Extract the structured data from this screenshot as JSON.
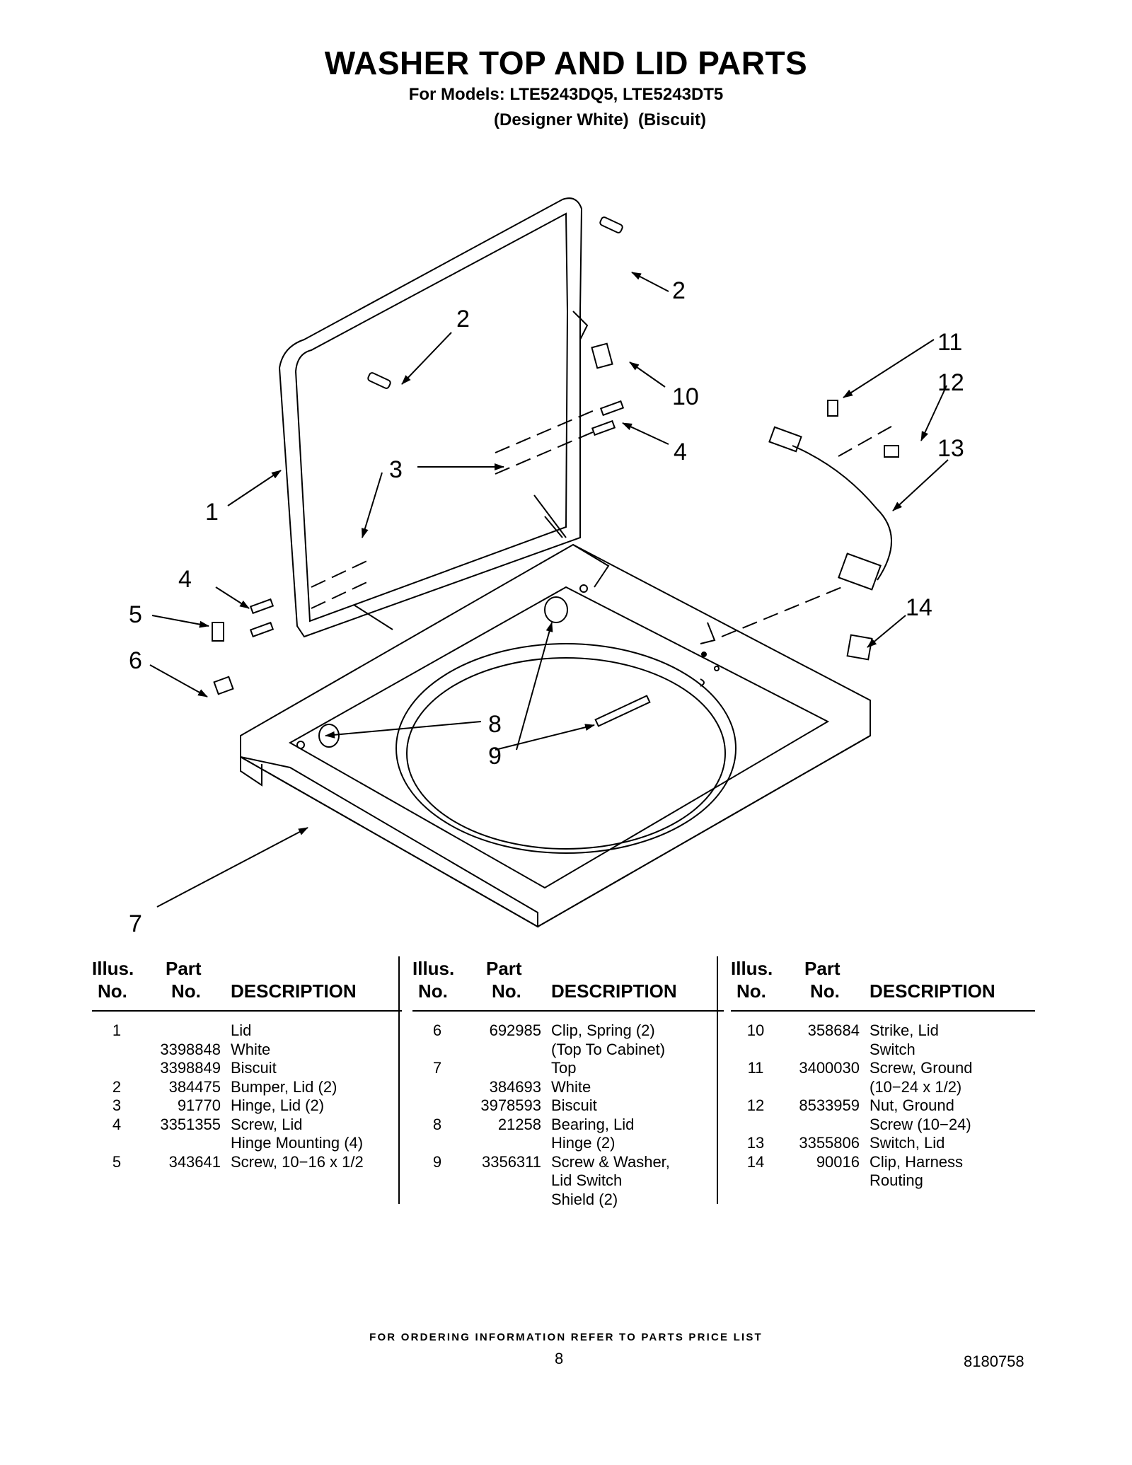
{
  "header": {
    "title": "WASHER TOP AND LID PARTS",
    "models": "For Models: LTE5243DQ5, LTE5243DT5",
    "variants": "(Designer White)  (Biscuit)"
  },
  "diagram": {
    "callouts": [
      "1",
      "2",
      "2",
      "3",
      "4",
      "4",
      "5",
      "6",
      "7",
      "8",
      "9",
      "10",
      "11",
      "12",
      "13",
      "14"
    ]
  },
  "table_headers": {
    "illus_line1": "Illus.",
    "illus_line2": "No.",
    "part_line1": "Part",
    "part_line2": "No.",
    "description": "DESCRIPTION"
  },
  "parts_columns": [
    [
      {
        "no": "1",
        "part": "",
        "desc": "Lid"
      },
      {
        "no": "",
        "part": "3398848",
        "desc": "White"
      },
      {
        "no": "",
        "part": "3398849",
        "desc": "Biscuit"
      },
      {
        "no": "2",
        "part": "384475",
        "desc": "Bumper, Lid (2)"
      },
      {
        "no": "3",
        "part": "91770",
        "desc": "Hinge, Lid (2)"
      },
      {
        "no": "4",
        "part": "3351355",
        "desc": "Screw, Lid"
      },
      {
        "no": "",
        "part": "",
        "desc": "Hinge Mounting (4)"
      },
      {
        "no": "5",
        "part": "343641",
        "desc": "Screw, 10−16 x 1/2"
      }
    ],
    [
      {
        "no": "6",
        "part": "692985",
        "desc": "Clip, Spring (2)"
      },
      {
        "no": "",
        "part": "",
        "desc": "(Top To Cabinet)"
      },
      {
        "no": "7",
        "part": "",
        "desc": "Top"
      },
      {
        "no": "",
        "part": "384693",
        "desc": "White"
      },
      {
        "no": "",
        "part": "3978593",
        "desc": "Biscuit"
      },
      {
        "no": "8",
        "part": "21258",
        "desc": "Bearing, Lid"
      },
      {
        "no": "",
        "part": "",
        "desc": "Hinge (2)"
      },
      {
        "no": "9",
        "part": "3356311",
        "desc": "Screw & Washer,"
      },
      {
        "no": "",
        "part": "",
        "desc": "Lid Switch"
      },
      {
        "no": "",
        "part": "",
        "desc": "Shield (2)"
      }
    ],
    [
      {
        "no": "10",
        "part": "358684",
        "desc": "Strike, Lid"
      },
      {
        "no": "",
        "part": "",
        "desc": "Switch"
      },
      {
        "no": "11",
        "part": "3400030",
        "desc": "Screw, Ground"
      },
      {
        "no": "",
        "part": "",
        "desc": "(10−24 x 1/2)"
      },
      {
        "no": "12",
        "part": "8533959",
        "desc": "Nut, Ground"
      },
      {
        "no": "",
        "part": "",
        "desc": "Screw (10−24)"
      },
      {
        "no": "13",
        "part": "3355806",
        "desc": "Switch, Lid"
      },
      {
        "no": "14",
        "part": "90016",
        "desc": "Clip, Harness"
      },
      {
        "no": "",
        "part": "",
        "desc": "Routing"
      }
    ]
  ],
  "footer": {
    "note": "FOR ORDERING INFORMATION REFER TO PARTS PRICE LIST",
    "page": "8",
    "doc_number": "8180758"
  }
}
